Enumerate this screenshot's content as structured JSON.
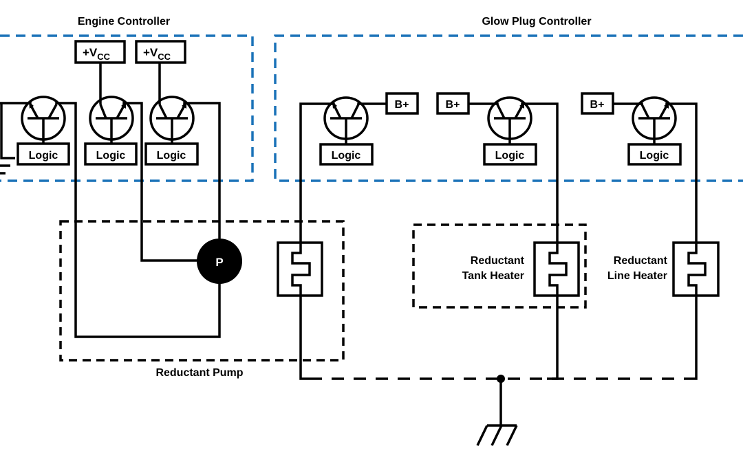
{
  "groups": {
    "engine_controller": "Engine Controller",
    "glow_plug_controller": "Glow Plug Controller",
    "reductant_pump": "Reductant Pump",
    "tank_heater_line1": "Reductant",
    "tank_heater_line2": "Tank Heater",
    "line_heater_line1": "Reductant",
    "line_heater_line2": "Line Heater"
  },
  "labels": {
    "logic": "Logic",
    "vcc_main": "+V",
    "vcc_sub": "CC",
    "b_plus": "B+",
    "pump": "P"
  },
  "colors": {
    "controller_border": "#1a72b8",
    "wire": "#000000"
  }
}
